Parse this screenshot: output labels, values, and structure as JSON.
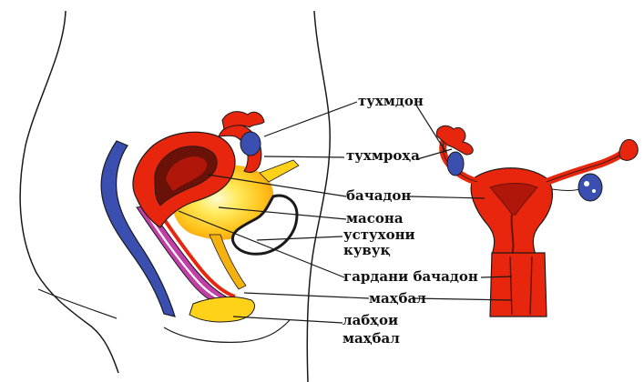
{
  "labels": {
    "ovary": "тухмдон",
    "fallopian_tube": "тухмроҳа",
    "uterus": "бачадон",
    "bladder": "масона",
    "spine_line1": "устухони",
    "spine_line2": "кувуқ",
    "cervix": "гардани бачадон",
    "vagina": "маҳбал",
    "labia_line1": "лабҳои",
    "labia_line2": "маҳбал"
  },
  "colors": {
    "organ_red": "#e8260e",
    "organ_dark": "#6a1208",
    "rectum_blue": "#3a4fb0",
    "bladder_yellow": "#ffd21a",
    "bladder_core": "#fff59a",
    "vagina_purple": "#c23ea8",
    "outline": "#1a1a1a"
  }
}
